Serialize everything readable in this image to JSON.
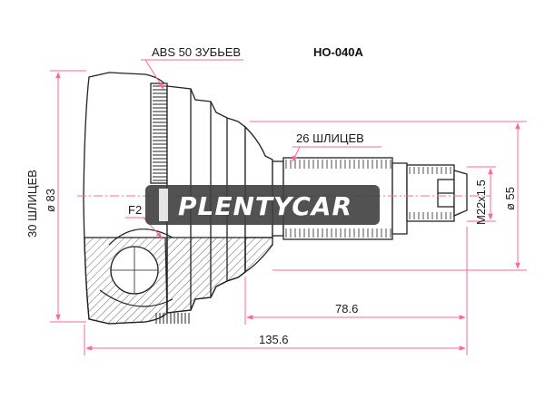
{
  "part_number": "HO-040A",
  "labels": {
    "abs_teeth": "ABS 50 ЗУБЬЕВ",
    "outer_splines": "26 ШЛИЦЕВ",
    "inner_splines": "30 ШЛИЦЕВ",
    "diameter_83": "ø 83",
    "diameter_55": "ø 55",
    "thread": "M22x1.5",
    "f2": "F2"
  },
  "dimensions": {
    "shaft_length": "78.6",
    "total_length": "135.6"
  },
  "watermark": {
    "text": "PLENTYCAR"
  },
  "colors": {
    "dimension_lines": "#ff6699",
    "outline": "#222222",
    "hatch": "#444444",
    "watermark_band": "#3f3f3f"
  }
}
